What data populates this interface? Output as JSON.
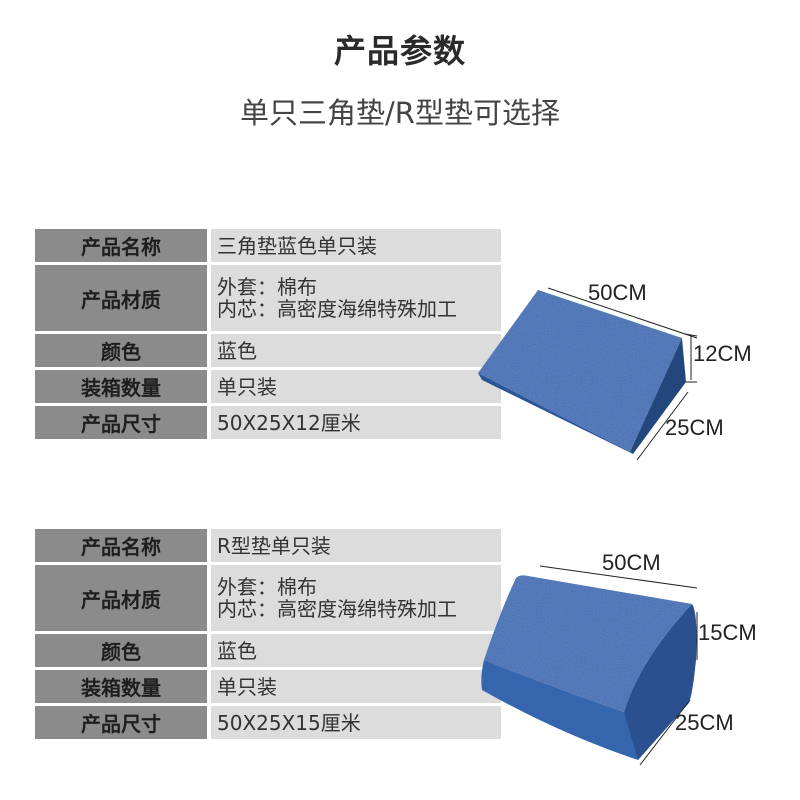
{
  "title": "产品参数",
  "subtitle": "单只三角垫/R型垫可选择",
  "products": [
    {
      "rows": [
        {
          "label": "产品名称",
          "value": [
            "三角垫蓝色单只装"
          ]
        },
        {
          "label": "产品材质",
          "value": [
            "外套：棉布",
            "内芯：高密度海绵特殊加工"
          ]
        },
        {
          "label": "颜色",
          "value": [
            "蓝色"
          ]
        },
        {
          "label": "装箱数量",
          "value": [
            "单只装"
          ]
        },
        {
          "label": "产品尺寸",
          "value": [
            "50X25X12厘米"
          ]
        }
      ],
      "dims": {
        "length": "50CM",
        "height": "12CM",
        "depth": "25CM"
      }
    },
    {
      "rows": [
        {
          "label": "产品名称",
          "value": [
            "R型垫单只装"
          ]
        },
        {
          "label": "产品材质",
          "value": [
            "外套：棉布",
            "内芯：高密度海绵特殊加工"
          ]
        },
        {
          "label": "颜色",
          "value": [
            "蓝色"
          ]
        },
        {
          "label": "装箱数量",
          "value": [
            "单只装"
          ]
        },
        {
          "label": "产品尺寸",
          "value": [
            "50X25X15厘米"
          ]
        }
      ],
      "dims": {
        "length": "50CM",
        "height": "15CM",
        "depth": "25CM"
      }
    }
  ],
  "colors": {
    "cushion_top": "#3f6fb8",
    "cushion_front": "#2f5aa0",
    "cushion_side": "#24497f",
    "label_bg": "#8b8b8b",
    "value_bg": "#dcdcdc"
  }
}
